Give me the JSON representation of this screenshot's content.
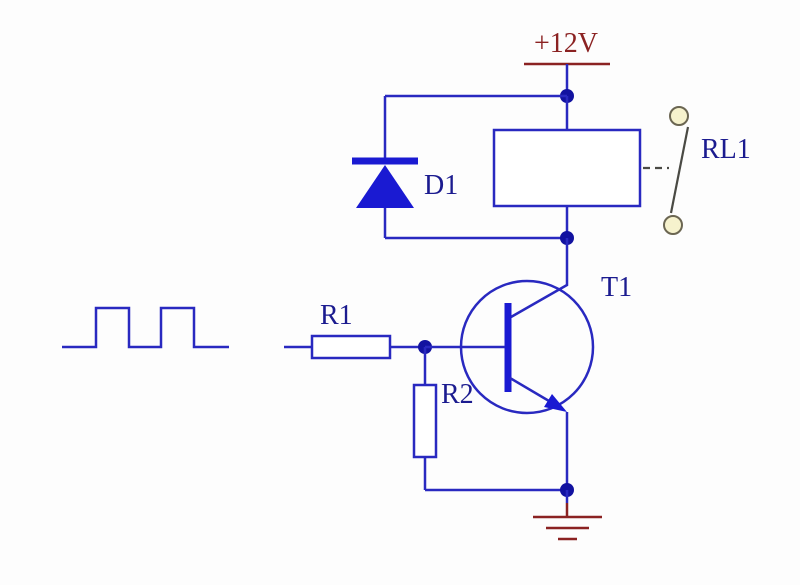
{
  "labels": {
    "supply": "+12V",
    "diode": "D1",
    "resistor_input": "R1",
    "resistor_base": "R2",
    "transistor": "T1",
    "relay_contact": "RL1"
  },
  "colors": {
    "background": "#fdfdfd",
    "wire-blue": "#2929c0",
    "component-blue": "#1a1ad2",
    "dot-blue": "#1212a0",
    "label-navy": "#1b1b8f",
    "power-red": "#8b2222",
    "contact-fill": "#f6f2cd",
    "contact-stroke": "#6b6652",
    "switch-gray": "#4a4a44"
  }
}
